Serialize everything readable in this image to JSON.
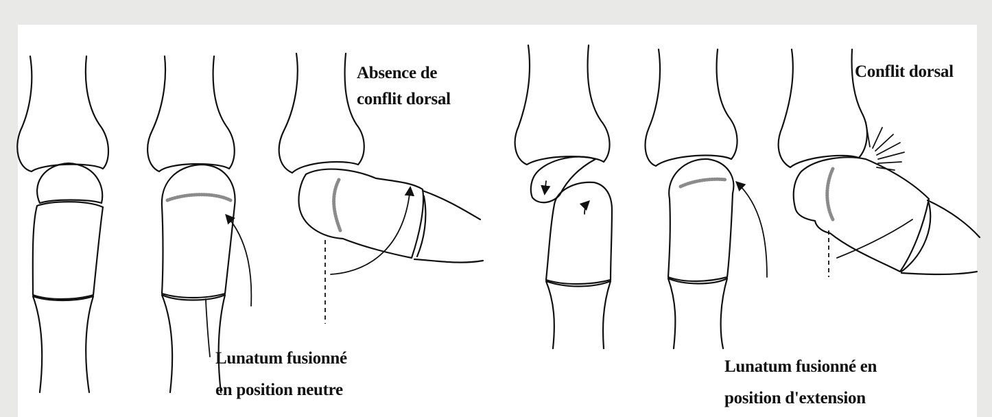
{
  "labels": {
    "absence_line1": "Absence de",
    "absence_line2": "conflit dorsal",
    "conflit": "Conflit dorsal",
    "neutral_line1": "Lunatum fusionné",
    "neutral_line2": "en position neutre",
    "extension_line1": "Lunatum fusionné en",
    "extension_line2": "position d'extension"
  }
}
